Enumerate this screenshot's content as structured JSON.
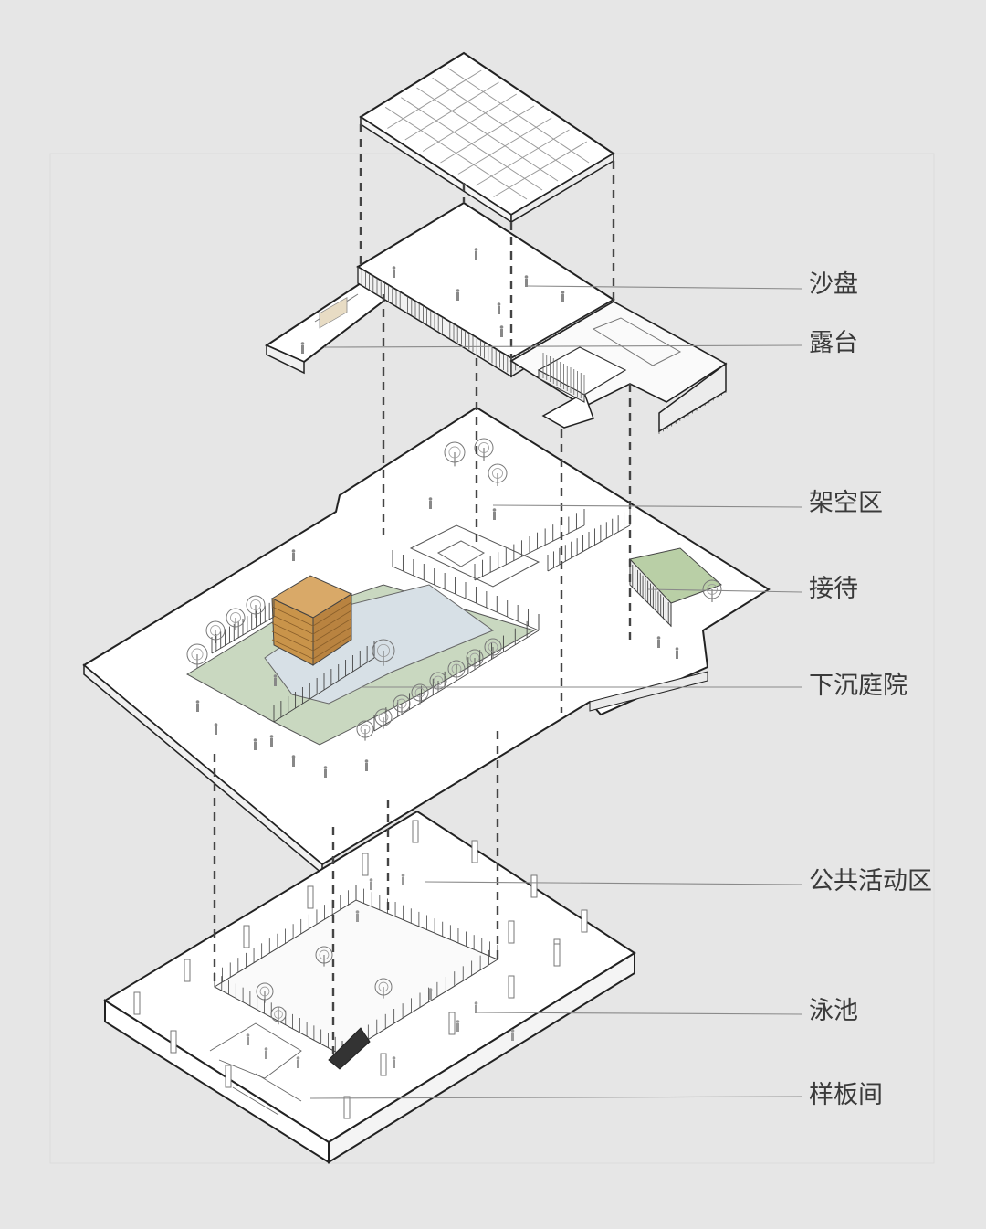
{
  "labels": [
    {
      "id": "sand-table",
      "text": "沙盘"
    },
    {
      "id": "terrace",
      "text": "露台"
    },
    {
      "id": "stilt-area",
      "text": "架空区"
    },
    {
      "id": "reception",
      "text": "接待"
    },
    {
      "id": "sunken-courtyard",
      "text": "下沉庭院"
    },
    {
      "id": "public-activity-area",
      "text": "公共活动区"
    },
    {
      "id": "swimming-pool",
      "text": "泳池"
    },
    {
      "id": "show-flat",
      "text": "样板间"
    }
  ],
  "colors": {
    "background": "#e6e6e6",
    "line": "#222222",
    "leader": "#8a8a8a",
    "courtyard-green": "#c9d8c0",
    "courtyard-water": "#d7e0e6",
    "timber": "#c9944a"
  }
}
